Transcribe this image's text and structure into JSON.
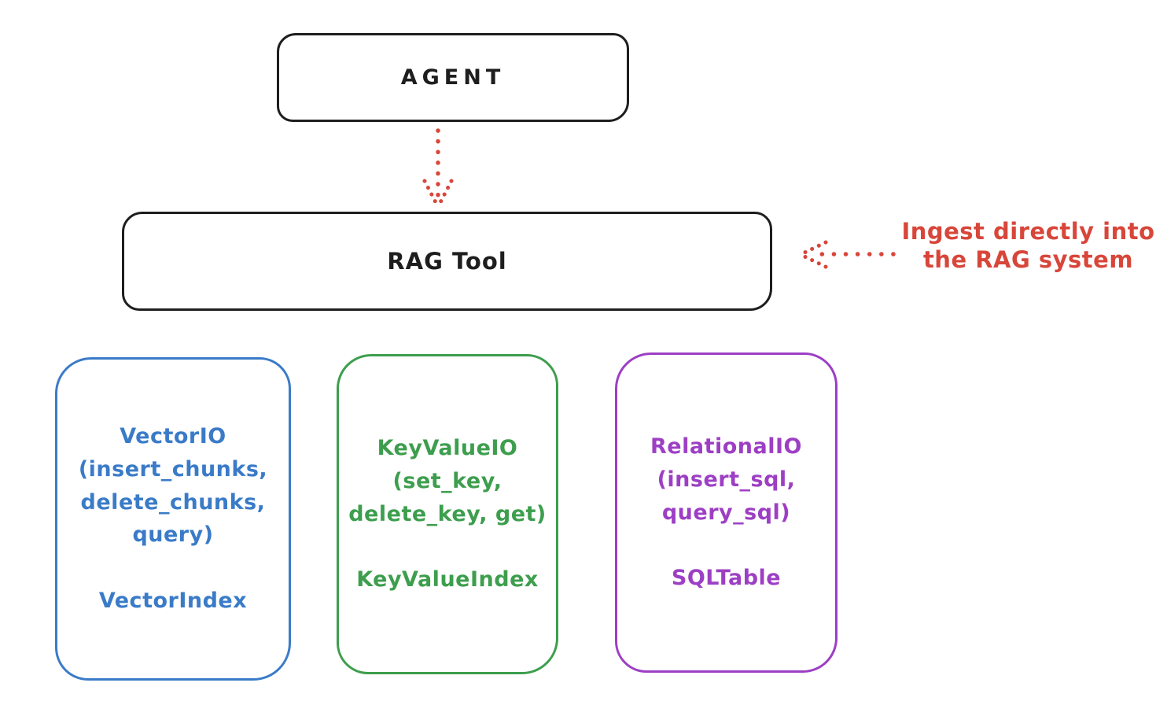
{
  "palette": {
    "ink": "#1e1e1e",
    "red": "#d8463a",
    "blue": "#3a7bc8",
    "green": "#3d9e4d",
    "purple": "#9d3fc4",
    "background": "#ffffff"
  },
  "agent_box": {
    "label": "AGENT"
  },
  "rag_box": {
    "label": "RAG Tool"
  },
  "agent_to_rag_arrow": {
    "style": "dotted",
    "direction": "down"
  },
  "ingest_annotation": {
    "arrow_style": "dotted",
    "arrow_direction": "left",
    "text_line1": "Ingest directly into",
    "text_line2": "the RAG system"
  },
  "storage_boxes": [
    {
      "id": "vector-io",
      "color": "#3a7bc8",
      "lines": [
        "VectorIO",
        "(insert_chunks,",
        "delete_chunks,",
        "query)"
      ],
      "index_label": "VectorIndex"
    },
    {
      "id": "keyvalue-io",
      "color": "#3d9e4d",
      "lines": [
        "KeyValueIO",
        "(set_key,",
        "delete_key, get)"
      ],
      "index_label": "KeyValueIndex"
    },
    {
      "id": "relational-io",
      "color": "#9d3fc4",
      "lines": [
        "RelationalIO",
        "(insert_sql,",
        "query_sql)"
      ],
      "index_label": "SQLTable"
    }
  ]
}
